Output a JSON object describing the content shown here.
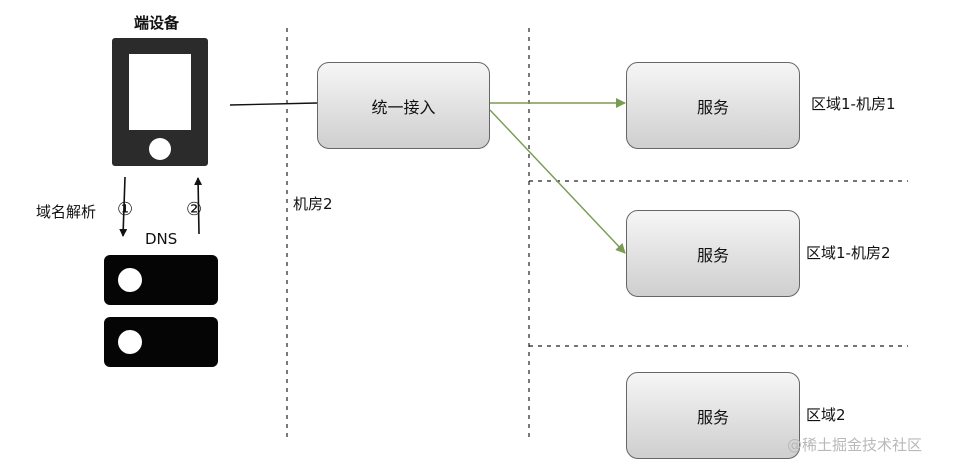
{
  "device": {
    "title": "端设备"
  },
  "dns": {
    "label": "DNS",
    "resolve_label": "域名解析",
    "step1": "①",
    "step2": "②"
  },
  "gateway": {
    "label": "统一接入"
  },
  "left_room": {
    "label": "机房2"
  },
  "services": [
    {
      "label": "服务",
      "region": "区域1-机房1"
    },
    {
      "label": "服务",
      "region": "区域1-机房2"
    },
    {
      "label": "服务",
      "region": "区域2"
    }
  ],
  "watermark": "@稀土掘金技术社区",
  "colors": {
    "arrow_green": "#7a9a55",
    "line_dark": "#222222",
    "server_black": "#050505"
  }
}
